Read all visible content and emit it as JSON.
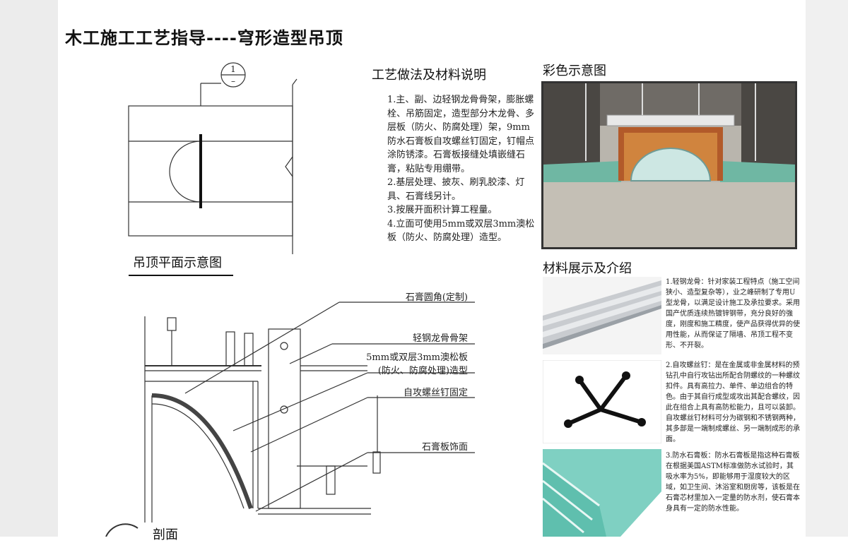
{
  "page": {
    "title": "木工施工工艺指导----穹形造型吊顶"
  },
  "plan": {
    "title": "吊顶平面示意图",
    "marker_number": "1",
    "marker_sub": "–"
  },
  "section": {
    "title": "剖面",
    "callouts": [
      "石膏圆角(定制)",
      "轻钢龙骨骨架",
      "5mm或双层3mm澳松板",
      "(防火、防腐处理)造型",
      "自攻螺丝钉固定",
      "石膏板饰面"
    ]
  },
  "process": {
    "title": "工艺做法及材料说明",
    "items": [
      "1.主、副、边轻钢龙骨骨架，膨胀螺栓、吊筋固定，造型部分木龙骨、多层板（防火、防腐处理）架，9mm防水石膏板自攻螺丝钉固定，钉帽点涂防锈漆。石膏板接缝处填嵌缝石膏，粘贴专用绷带。",
      "2.基层处理、披灰、刷乳胶漆、灯具、石膏线另计。",
      "3.按展开面积计算工程量。",
      "4.立面可使用5mm或双层3mm澳松板（防火、防腐处理）造型。"
    ]
  },
  "render": {
    "title": "彩色示意图"
  },
  "materials": {
    "title": "材料展示及介绍",
    "items": [
      {
        "icon": "steel-keel-photo",
        "text": "1.轻钢龙骨：针对家装工程特点（施工空间狭小、造型复杂等），业之峰研制了专用U型龙骨，以满足设计施工及承拉要求。采用国产优质连续热镀锌钢带，充分良好的強度，刚度和施工精度，使产品获得优异的使用性能，从而保证了隔墙、吊顶工程不变形、不开裂。"
      },
      {
        "icon": "screw-photo",
        "text": "2.自攻螺丝钉：是在金属或非金属材料的预钻孔中自行攻钻出所配合阴螺纹的一种螺纹扣件。具有高拉力、单件、单边组合的特色。由于其自行成型或攻出其配合螺纹，因此在组合上具有高防松能力，且可以装卸。自攻螺丝钉材料可分为碳钢和不锈钢两种，其多部是一端制成螺丝、另一端制成形的承面。"
      },
      {
        "icon": "gypsum-board-photo",
        "text": "3.防水石膏板：防水石膏板是指这种石膏板在根据美国ASTM标准做防水试验时，其吸水率为5%，即能够用于湿度较大的区域，如卫生间、沐浴室和厨房等，该板是在石膏芯材里加入一定量的防水剂，使石膏本身具有一定的防水性能。"
      }
    ]
  }
}
